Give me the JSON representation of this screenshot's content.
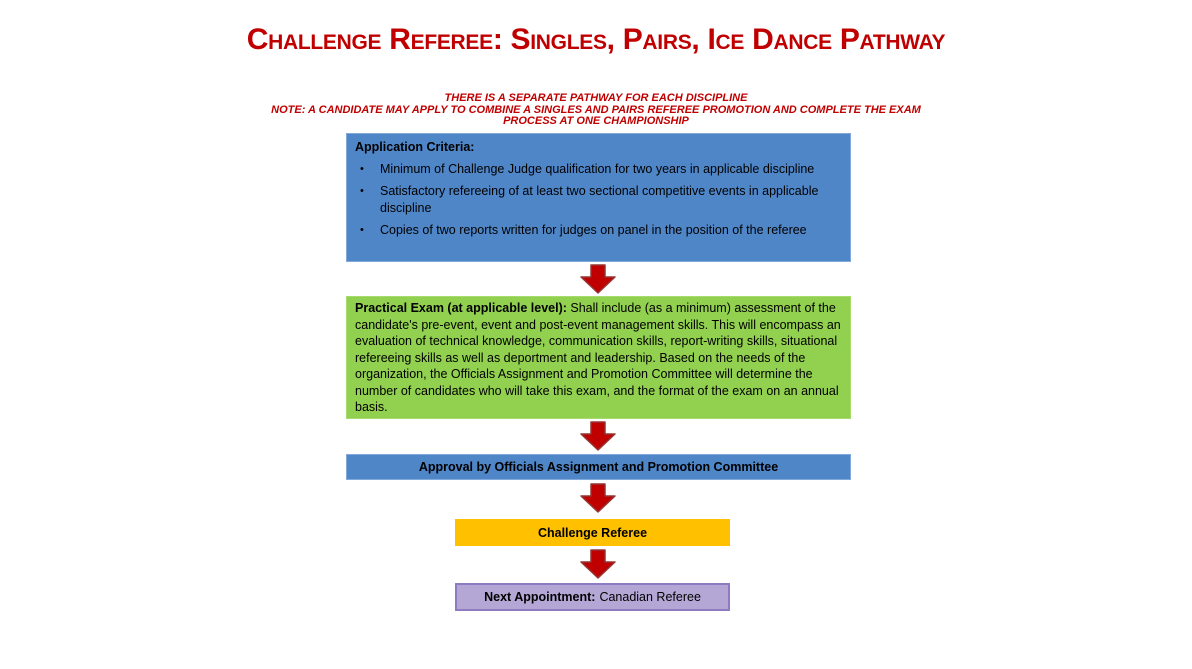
{
  "header": {
    "title": "Challenge Referee: Singles, Pairs, Ice Dance Pathway",
    "subtitle": "THERE IS A SEPARATE PATHWAY FOR EACH DISCIPLINE",
    "note": "NOTE: A CANDIDATE MAY APPLY TO COMBINE A SINGLES AND PAIRS REFEREE PROMOTION AND COMPLETE THE EXAM PROCESS AT ONE CHAMPIONSHIP"
  },
  "flow": {
    "application": {
      "heading": "Application Criteria:",
      "bullet_char": "•",
      "bullets": [
        "Minimum of Challenge Judge qualification for two years in applicable discipline",
        "Satisfactory refereeing of at least two sectional competitive events in applicable discipline",
        "Copies of two reports written for judges on panel in the position of the referee"
      ]
    },
    "practical_exam": {
      "lead": "Practical Exam (at applicable level):",
      "body": "Shall include (as a minimum) assessment of the candidate's pre-event, event and post-event management skills. This will encompass an evaluation of technical knowledge, communication skills, report-writing skills, situational refereeing skills as well as deportment and leadership. Based on the needs of the organization, the Officials Assignment and Promotion Committee will determine the number of candidates who will take this exam, and the format of the exam on an annual basis."
    },
    "approval": {
      "label": "Approval by Officials Assignment and Promotion Committee"
    },
    "challenge_referee": {
      "label": "Challenge Referee"
    },
    "next_appointment": {
      "lead": "Next Appointment:",
      "body": "Canadian Referee"
    }
  },
  "colors": {
    "title_red": "#C00000",
    "arrow_fill": "#C00000",
    "arrow_stroke": "#943634",
    "blue_fill": "#4F86C8",
    "blue_border": "#81A9DC",
    "green_fill": "#92D050",
    "green_border": "#A8DB6E",
    "orange_fill": "#FFC000",
    "purple_fill": "#B4A7D6",
    "purple_border": "#8E7CC3"
  }
}
